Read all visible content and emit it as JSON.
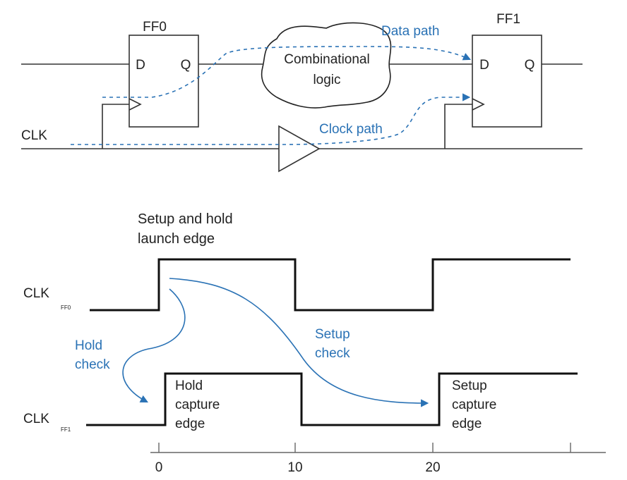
{
  "circuit": {
    "ff0_title": "FF0",
    "ff1_title": "FF1",
    "d_label": "D",
    "q_label": "Q",
    "logic_line1": "Combinational",
    "logic_line2": "logic",
    "clk_label": "CLK",
    "data_path_label": "Data path",
    "clock_path_label": "Clock path"
  },
  "timing": {
    "launch_line1": "Setup and hold",
    "launch_line2": "launch edge",
    "clk_label": "CLK",
    "ff0_sub": "FF0",
    "ff1_sub": "FF1",
    "hold_check_line1": "Hold",
    "hold_check_line2": "check",
    "setup_check_line1": "Setup",
    "setup_check_line2": "check",
    "hold_capture_line1": "Hold",
    "hold_capture_line2": "capture",
    "hold_capture_line3": "edge",
    "setup_capture_line1": "Setup",
    "setup_capture_line2": "capture",
    "setup_capture_line3": "edge",
    "ticks": [
      "0",
      "10",
      "20"
    ]
  },
  "colors": {
    "annotation": "#2a72b5",
    "line": "#333333"
  }
}
